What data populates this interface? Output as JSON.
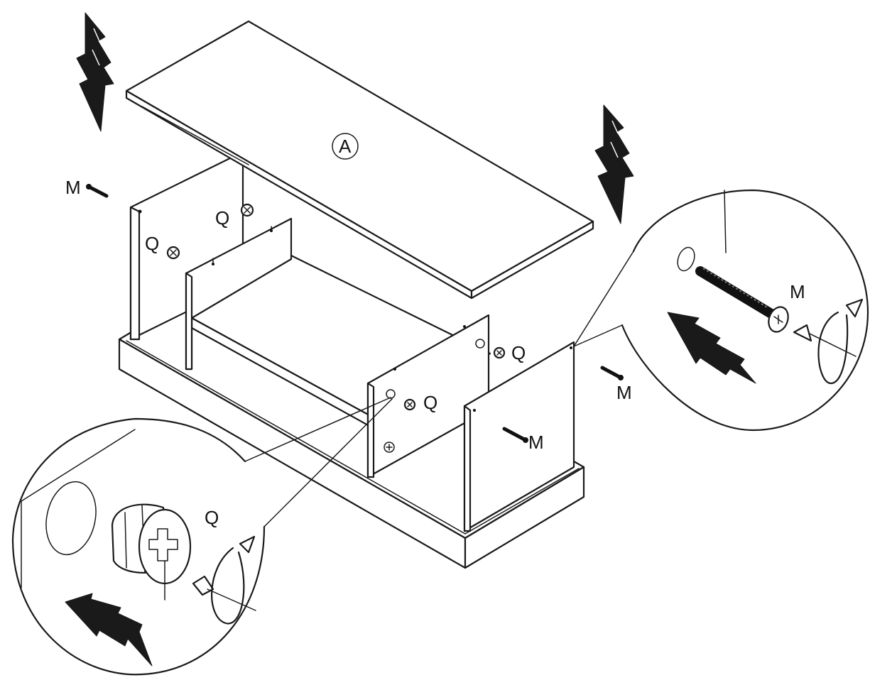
{
  "diagram": {
    "panel_label": "A",
    "labels": {
      "m_left": "M",
      "m_right_side": "M",
      "m_front": "M",
      "m_zoom": "M",
      "q_upper": "Q",
      "q_left": "Q",
      "q_right_upper": "Q",
      "q_right_lower": "Q",
      "q_zoom": "Q"
    },
    "icons": {
      "down_arrow": "double-down-arrow-icon",
      "push_arrow": "push-arrow-icon",
      "rotate_arrow": "rotate-clockwise-icon",
      "screwdriver": "screwdriver-icon",
      "screw": "screw-m-icon",
      "cam_lock": "cam-lock-q-icon"
    }
  }
}
